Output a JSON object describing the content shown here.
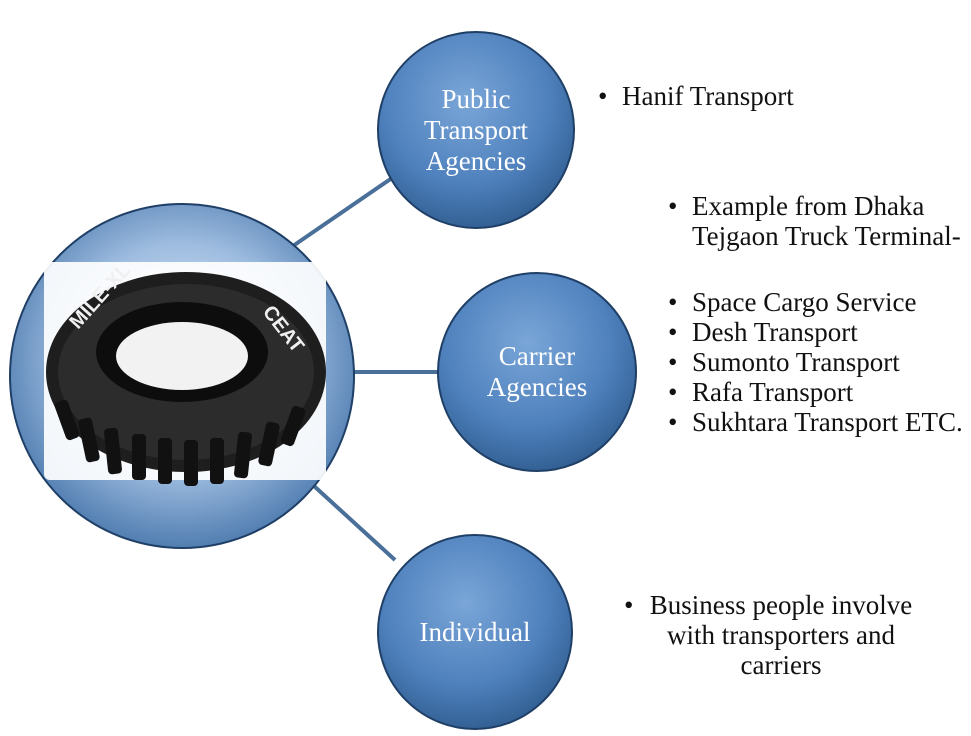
{
  "colors": {
    "bubble_fill": "#4f81bd",
    "bubble_edge": "#1f3f66",
    "connector": "#4a6f99",
    "text": "#111111"
  },
  "hub": {
    "image": "tire-image",
    "image_text": [
      "MILE-XL",
      "CEAT"
    ]
  },
  "nodes": [
    {
      "id": "public",
      "label": "Public Transport Agencies",
      "lines": [
        "Public",
        "Transport",
        "Agencies"
      ]
    },
    {
      "id": "carrier",
      "label": "Carrier Agencies",
      "lines": [
        "Carrier",
        "Agencies"
      ]
    },
    {
      "id": "individual",
      "label": "Individual",
      "lines": [
        "Individual"
      ]
    }
  ],
  "details": {
    "public": [
      "Hanif Transport"
    ],
    "carrier_intro": [
      "Example from Dhaka Tejgaon Truck Terminal-"
    ],
    "carrier": [
      "Space Cargo Service",
      "Desh Transport",
      "Sumonto Transport",
      "Rafa Transport",
      "Sukhtara Transport ETC."
    ],
    "individual": [
      "Business people involve with transporters and carriers"
    ]
  }
}
